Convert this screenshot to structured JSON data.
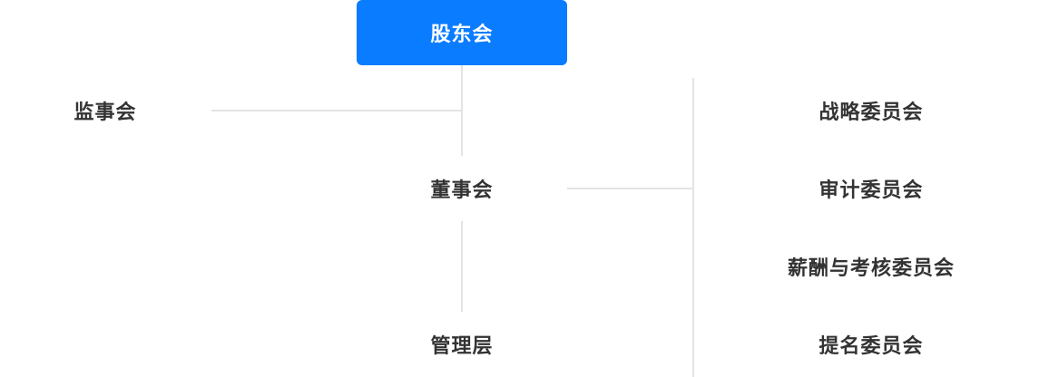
{
  "org_chart": {
    "root": {
      "label": "股东会"
    },
    "supervisory": {
      "label": "监事会"
    },
    "board": {
      "label": "董事会"
    },
    "management": {
      "label": "管理层"
    },
    "committees": [
      {
        "label": "战略委员会"
      },
      {
        "label": "审计委员会"
      },
      {
        "label": "薪酬与考核委员会"
      },
      {
        "label": "提名委员会"
      }
    ]
  },
  "colors": {
    "root_background": "#0a7cff",
    "root_text": "#ffffff",
    "node_text": "#333333",
    "connector": "#e3e3e3"
  }
}
